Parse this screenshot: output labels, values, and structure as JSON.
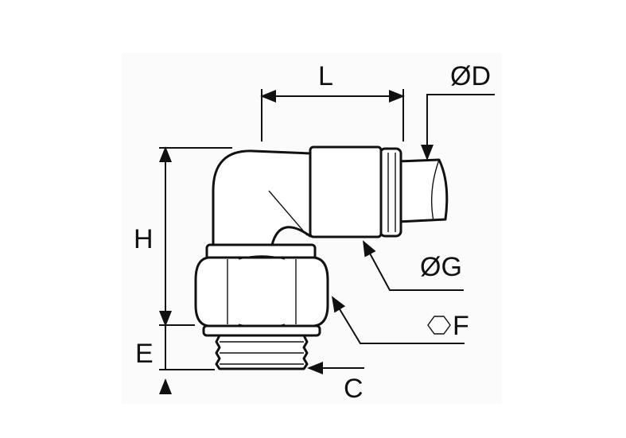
{
  "labels": {
    "L": "L",
    "D": "ØD",
    "G": "ØG",
    "F": "F",
    "H": "H",
    "E": "E",
    "C": "C"
  },
  "colors": {
    "line": "#111111",
    "background": "#ffffff",
    "panel": "#fbfbfb"
  },
  "icons": {
    "hex_symbol": "hexagon-icon"
  }
}
